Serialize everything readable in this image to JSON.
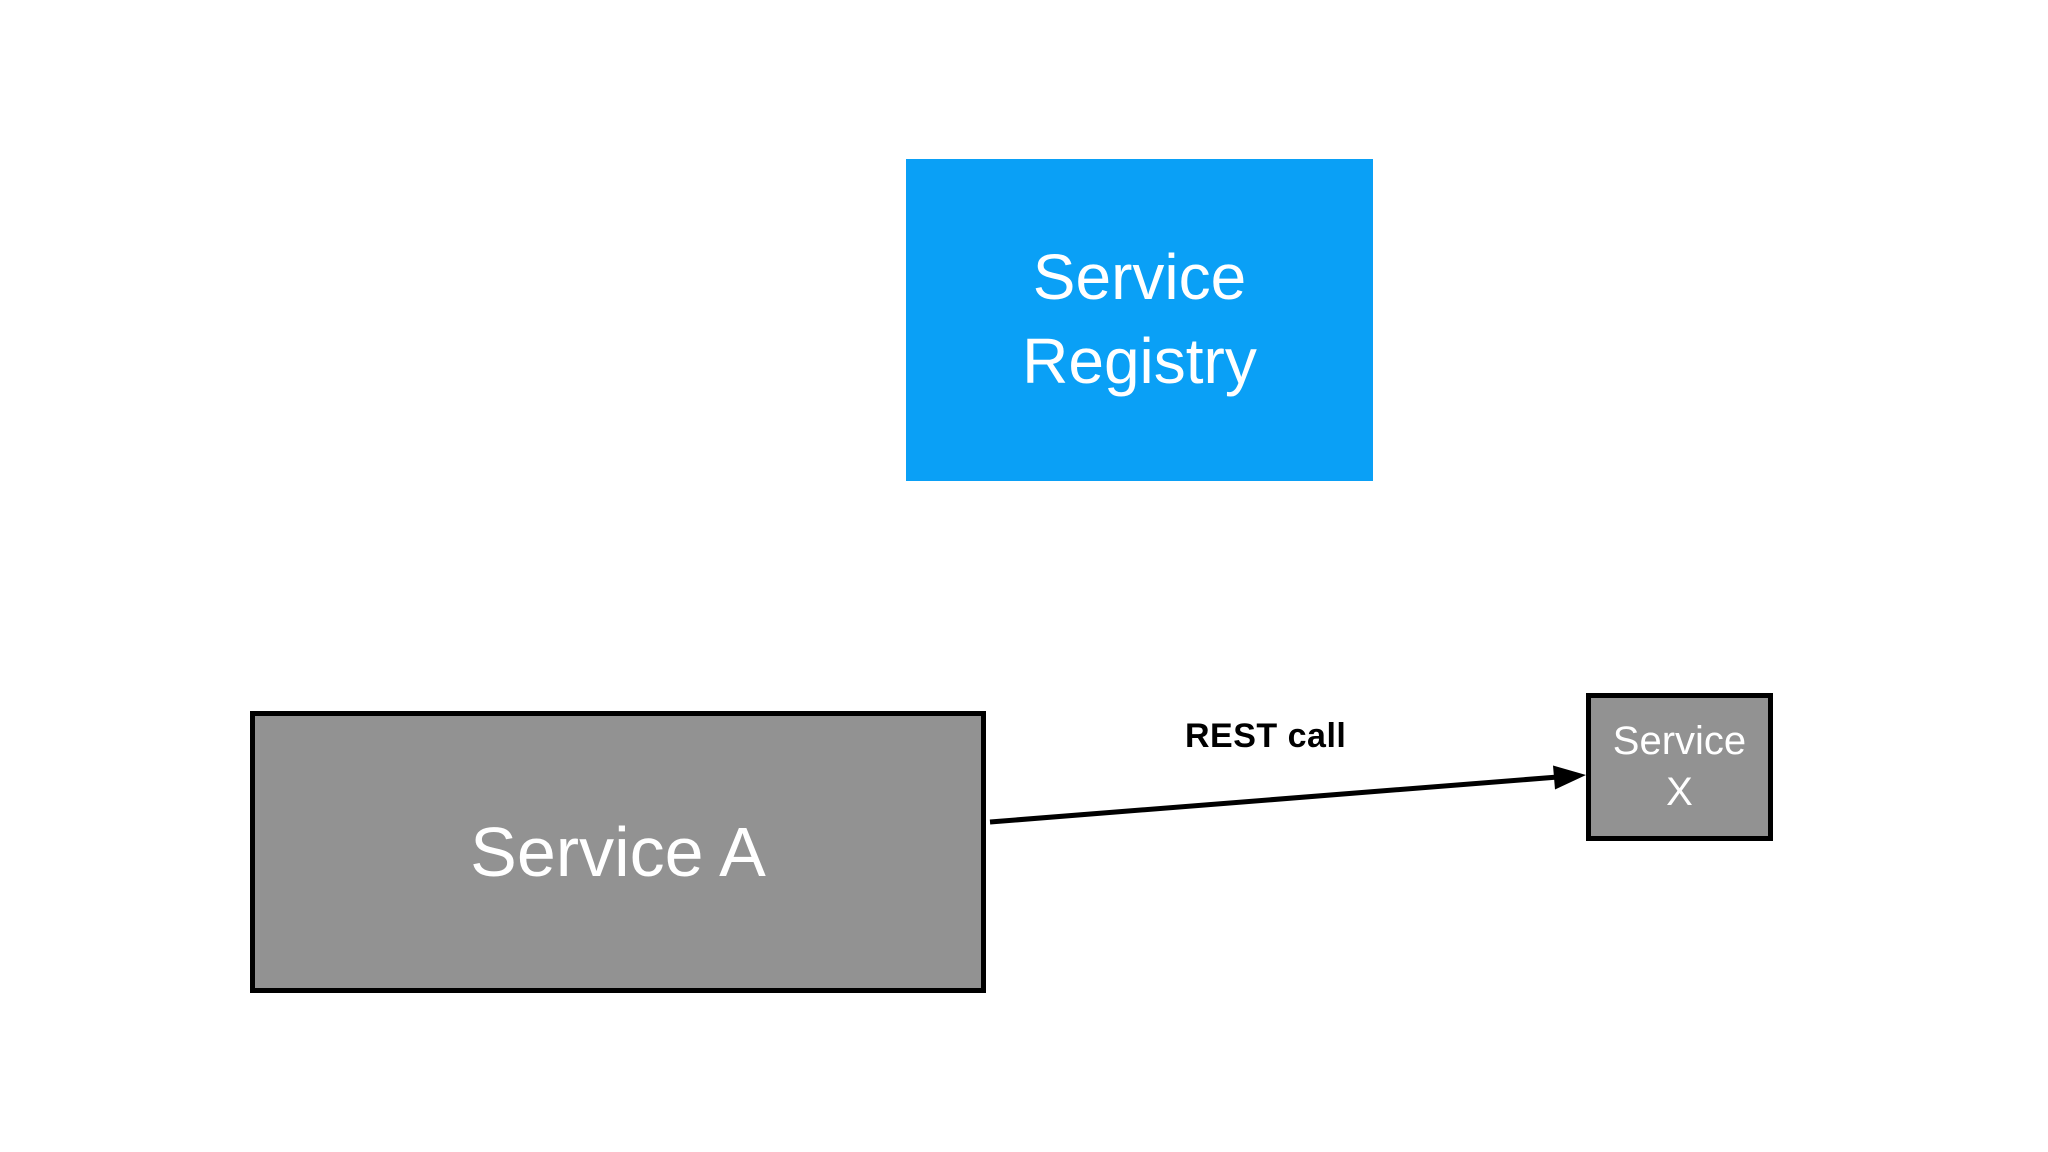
{
  "diagram": {
    "nodes": {
      "registry": {
        "label": "Service\nRegistry",
        "fill": "#0AA0F6",
        "text_color": "#FFFFFF"
      },
      "service_a": {
        "label": "Service A",
        "fill": "#929292",
        "border_color": "#000000",
        "text_color": "#FFFFFF"
      },
      "service_x": {
        "label": "Service\nX",
        "fill": "#929292",
        "border_color": "#000000",
        "text_color": "#FFFFFF"
      }
    },
    "edges": [
      {
        "from": "service_a",
        "to": "service_x",
        "label": "REST call",
        "color": "#000000",
        "label_color": "#000000"
      }
    ]
  },
  "colors": {
    "background": "#FFFFFF"
  }
}
